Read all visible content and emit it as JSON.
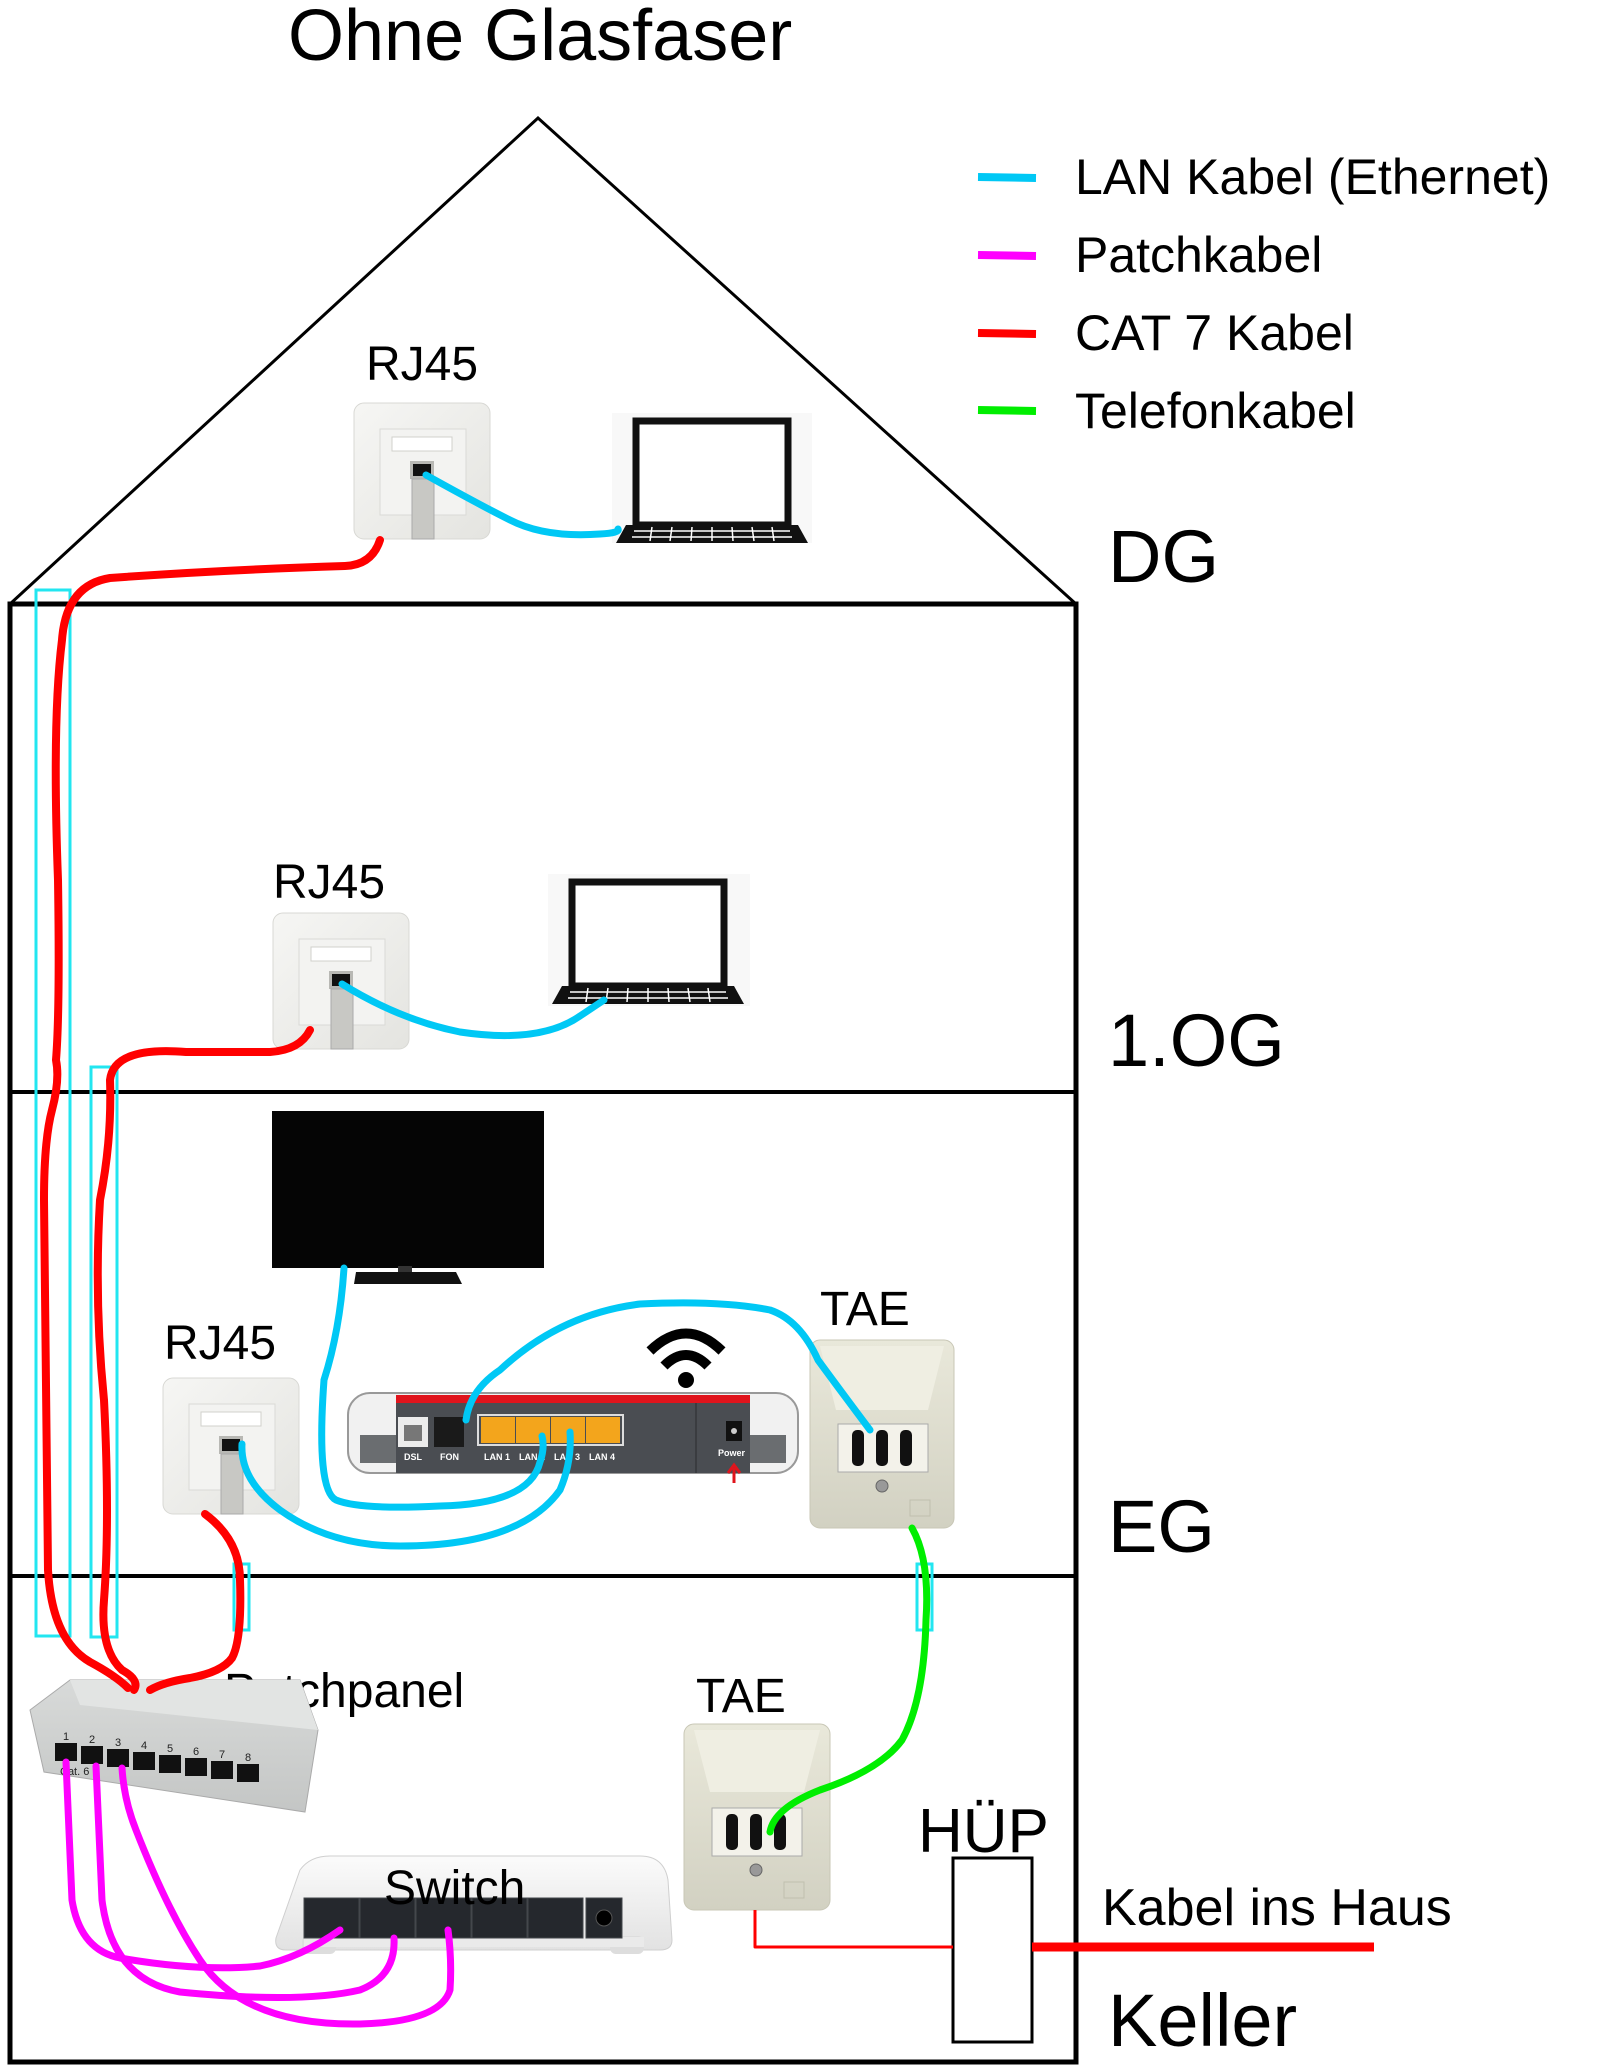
{
  "title": "Ohne Glasfaser",
  "legend": {
    "items": [
      {
        "label": "LAN Kabel (Ethernet)",
        "color": "#00c8f5"
      },
      {
        "label": "Patchkabel",
        "color": "#ff00ff"
      },
      {
        "label": "CAT 7 Kabel",
        "color": "#ff0000"
      },
      {
        "label": "Telefonkabel",
        "color": "#00ee00"
      }
    ]
  },
  "floors": {
    "dg": "DG",
    "og1": "1.OG",
    "eg": "EG",
    "keller": "Keller"
  },
  "devices": {
    "rj45_dg": "RJ45",
    "rj45_og1": "RJ45",
    "rj45_eg": "RJ45",
    "tae_eg": "TAE",
    "tae_keller": "TAE",
    "patchpanel": "Patchpanel",
    "switch": "Switch",
    "huep": "HÜP",
    "kabel_ins_haus": "Kabel ins Haus"
  },
  "router": {
    "ports": [
      "DSL",
      "FON",
      "LAN 1",
      "LAN 2",
      "LAN 3",
      "LAN 4"
    ],
    "power": "Power"
  },
  "patchpanel_ports": [
    "1",
    "2",
    "3",
    "4",
    "5",
    "6",
    "7",
    "8"
  ],
  "patchpanel_marking": "Cat. 6",
  "colors": {
    "lan": "#00c8f5",
    "patch": "#ff00ff",
    "cat7": "#ff0000",
    "phone": "#00ee00",
    "conduit": "#22e6f0",
    "router_red": "#e0141c",
    "router_body": "#4a4d52",
    "tae_beige": "#d9d8c8"
  }
}
